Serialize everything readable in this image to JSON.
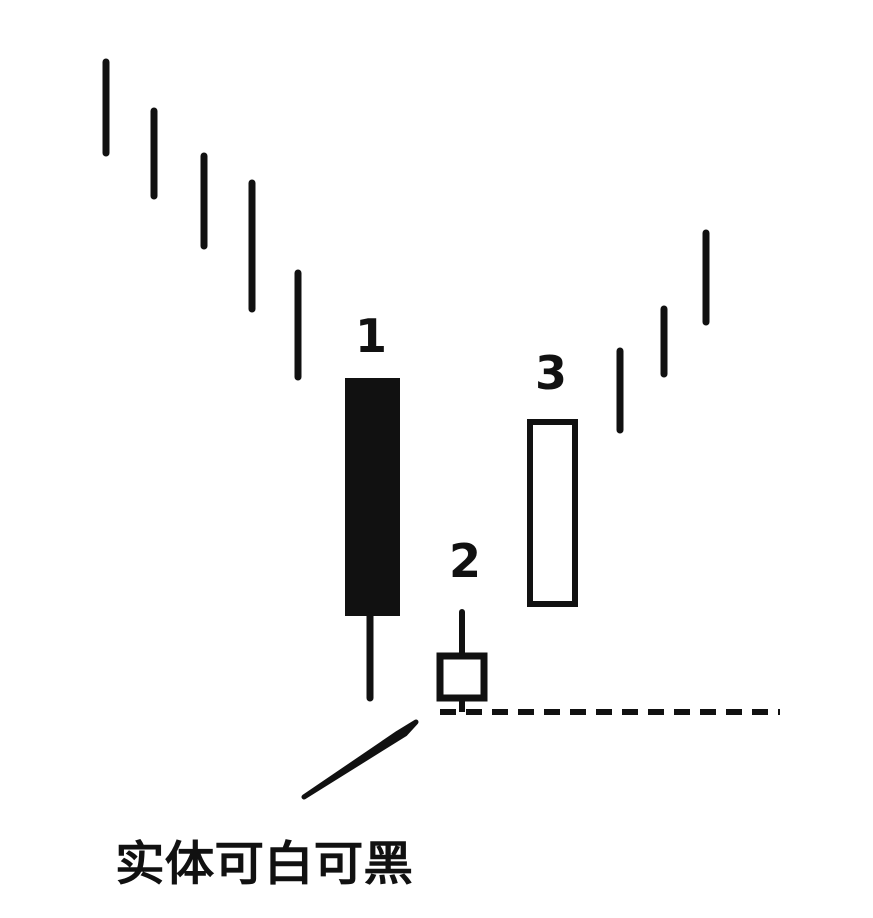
{
  "diagram": {
    "type": "candlestick-pattern",
    "labels": {
      "candle_1": "1",
      "candle_2": "2",
      "candle_3": "3",
      "caption": "实体可白可黑"
    },
    "colors": {
      "ink": "#111111",
      "background": "#ffffff",
      "candle_1_body": "#111111",
      "candle_2_body": "#ffffff",
      "candle_3_body": "#ffffff"
    }
  }
}
